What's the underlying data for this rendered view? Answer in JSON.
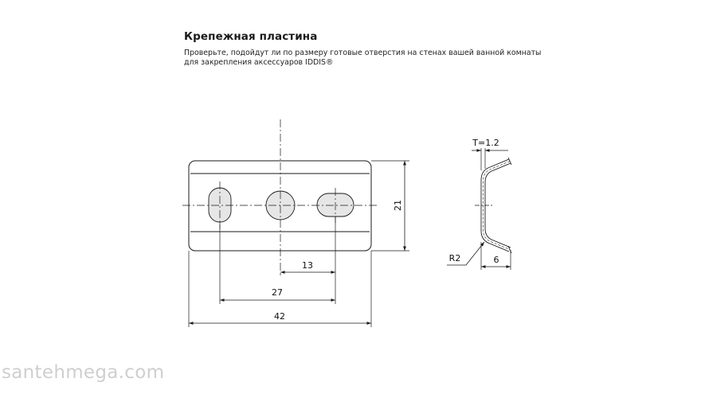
{
  "title": "Крепежная пластина",
  "description": {
    "line1": "Проверьте, подойдут ли по размеру готовые отверстия на стенах вашей ванной комнаты",
    "line2": "для закрепления аксессуаров IDDIS®"
  },
  "front_view": {
    "dim_width": "42",
    "dim_outer_holes": "27",
    "dim_center_to_hole": "13",
    "dim_height": "21"
  },
  "side_view": {
    "dim_thickness": "T=1.2",
    "dim_radius": "R2",
    "dim_depth": "6"
  },
  "watermark": "santehmega.com",
  "colors": {
    "line": "#1a1a1a",
    "hole_fill": "#e6e6e6",
    "plate_fill": "#ffffff",
    "watermark": "#cfcfcf"
  }
}
